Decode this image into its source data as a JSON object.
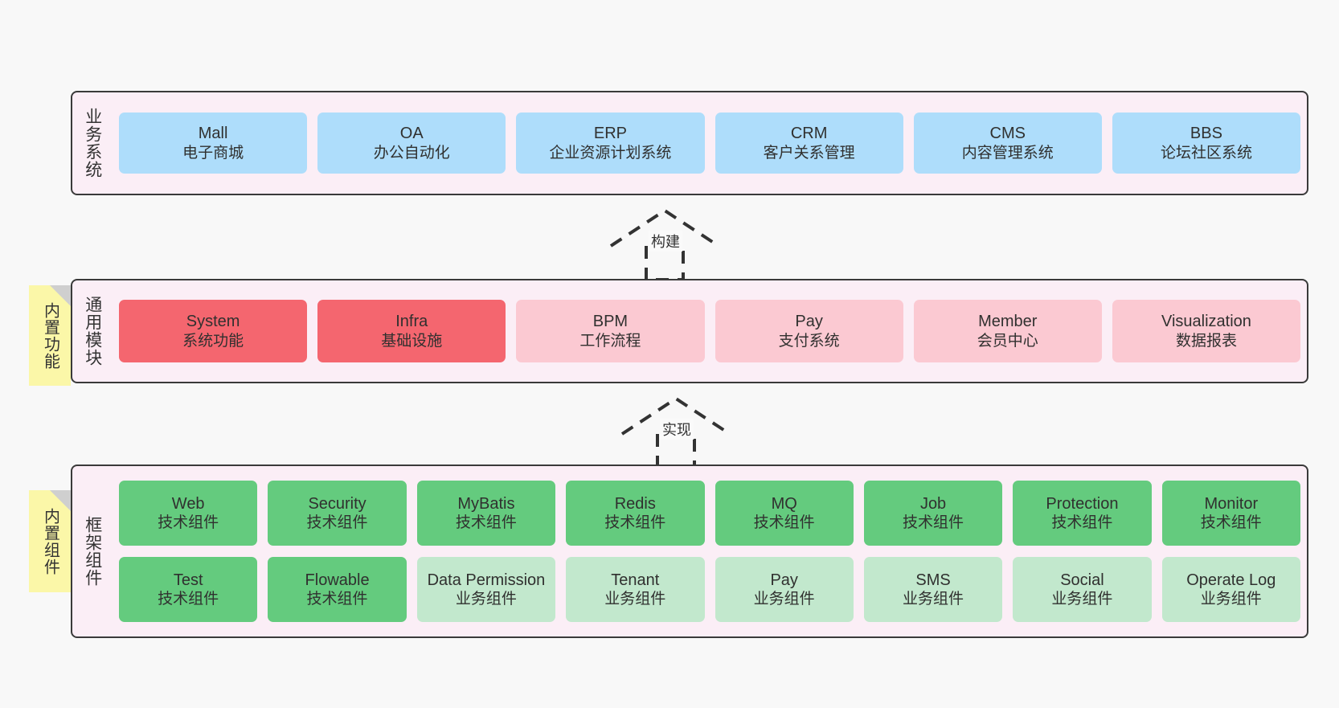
{
  "diagram": {
    "background": "#f8f8f8",
    "panel_bg": "#fbeef6",
    "panel_border": "#3a3a3a",
    "note_bg": "#fbf7a8",
    "colors": {
      "blue": "#aeddfb",
      "red": "#f4666f",
      "pink": "#fbc9d2",
      "green": "#64cb7e",
      "light_green": "#c2e8cd"
    }
  },
  "layers": {
    "business": {
      "title": "业务系统",
      "cards": [
        {
          "name": "Mall",
          "desc": "电子商城",
          "color": "blue"
        },
        {
          "name": "OA",
          "desc": "办公自动化",
          "color": "blue"
        },
        {
          "name": "ERP",
          "desc": "企业资源计划系统",
          "color": "blue"
        },
        {
          "name": "CRM",
          "desc": "客户关系管理",
          "color": "blue"
        },
        {
          "name": "CMS",
          "desc": "内容管理系统",
          "color": "blue"
        },
        {
          "name": "BBS",
          "desc": "论坛社区系统",
          "color": "blue"
        }
      ]
    },
    "common": {
      "title": "通用模块",
      "note": "内置功能",
      "cards": [
        {
          "name": "System",
          "desc": "系统功能",
          "color": "red"
        },
        {
          "name": "Infra",
          "desc": "基础设施",
          "color": "red"
        },
        {
          "name": "BPM",
          "desc": "工作流程",
          "color": "pink"
        },
        {
          "name": "Pay",
          "desc": "支付系统",
          "color": "pink"
        },
        {
          "name": "Member",
          "desc": "会员中心",
          "color": "pink"
        },
        {
          "name": "Visualization",
          "desc": "数据报表",
          "color": "pink"
        }
      ]
    },
    "framework": {
      "title": "框架组件",
      "note": "内置组件",
      "row1": [
        {
          "name": "Web",
          "desc": "技术组件",
          "color": "green"
        },
        {
          "name": "Security",
          "desc": "技术组件",
          "color": "green"
        },
        {
          "name": "MyBatis",
          "desc": "技术组件",
          "color": "green"
        },
        {
          "name": "Redis",
          "desc": "技术组件",
          "color": "green"
        },
        {
          "name": "MQ",
          "desc": "技术组件",
          "color": "green"
        },
        {
          "name": "Job",
          "desc": "技术组件",
          "color": "green"
        },
        {
          "name": "Protection",
          "desc": "技术组件",
          "color": "green"
        },
        {
          "name": "Monitor",
          "desc": "技术组件",
          "color": "green"
        }
      ],
      "row2": [
        {
          "name": "Test",
          "desc": "技术组件",
          "color": "green"
        },
        {
          "name": "Flowable",
          "desc": "技术组件",
          "color": "green"
        },
        {
          "name": "Data Permission",
          "desc": "业务组件",
          "color": "light_green"
        },
        {
          "name": "Tenant",
          "desc": "业务组件",
          "color": "light_green"
        },
        {
          "name": "Pay",
          "desc": "业务组件",
          "color": "light_green"
        },
        {
          "name": "SMS",
          "desc": "业务组件",
          "color": "light_green"
        },
        {
          "name": "Social",
          "desc": "业务组件",
          "color": "light_green"
        },
        {
          "name": "Operate Log",
          "desc": "业务组件",
          "color": "light_green"
        }
      ]
    }
  },
  "connectors": [
    {
      "label": "构建",
      "from": "common",
      "to": "business"
    },
    {
      "label": "实现",
      "from": "framework",
      "to": "common"
    }
  ]
}
